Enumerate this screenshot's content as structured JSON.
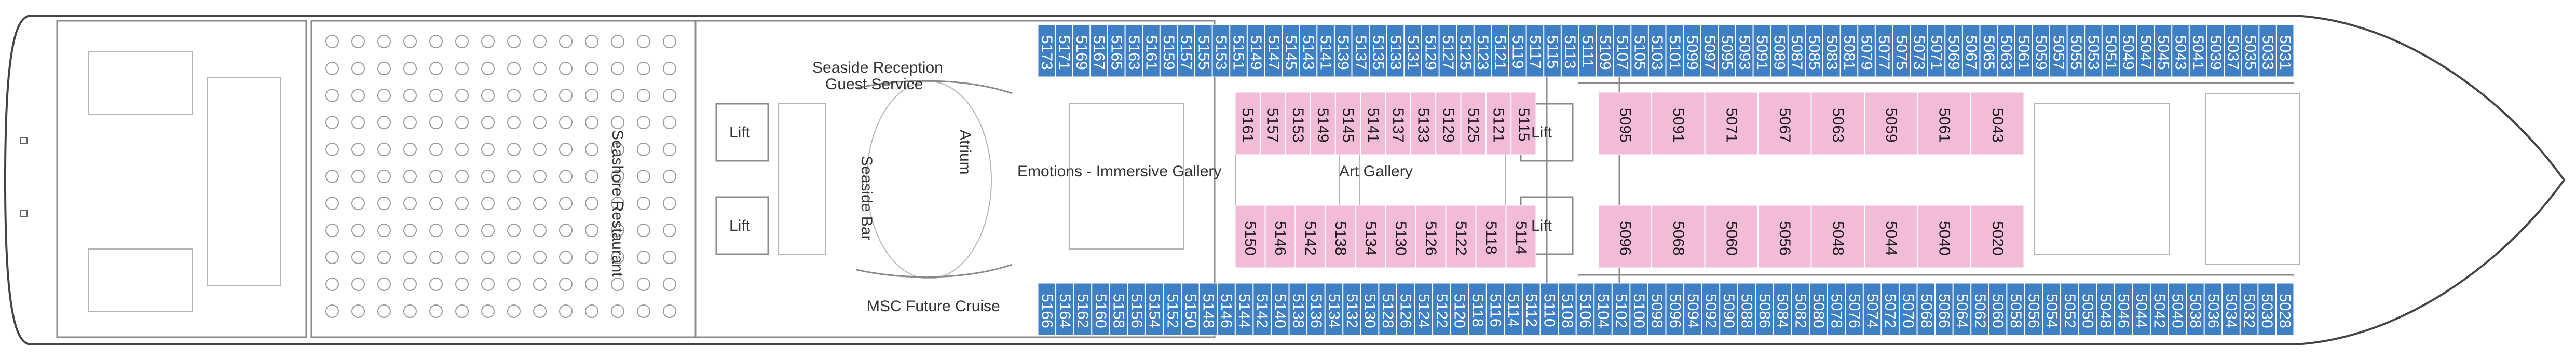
{
  "colors": {
    "outside_cabin": "#3f80c4",
    "inside_cabin": "#f2bcd8",
    "hull_stroke": "#444444",
    "wall": "#8a8a8a"
  },
  "labels": {
    "seaside_reception": "Seaside Reception",
    "guest_service": "Guest Service",
    "atrium": "Atrium",
    "seaside_bar": "Seaside Bar",
    "emotions": "Emotions - Immersive Gallery",
    "art_gallery": "Art Gallery",
    "msc_future_cruise": "MSC Future Cruise",
    "seashore_restaurant": "Seashore Restaurant",
    "lift": "Lift"
  },
  "cabins": {
    "top_blue": [
      "5173",
      "5171",
      "5169",
      "5167",
      "5165",
      "5163",
      "5161",
      "5159",
      "5157",
      "5155",
      "5153",
      "5151",
      "5149",
      "5147",
      "5145",
      "5143",
      "5141",
      "5139",
      "5137",
      "5135",
      "5133",
      "5131",
      "5129",
      "5127",
      "5125",
      "5123",
      "5121",
      "5119",
      "5117",
      "5115",
      "5113",
      "5111",
      "5109",
      "5107",
      "5105",
      "5103",
      "5101",
      "5099",
      "5097",
      "5095",
      "5093",
      "5091",
      "5089",
      "5087",
      "5085",
      "5083",
      "5081",
      "5079",
      "5077",
      "5075",
      "5073",
      "5071",
      "5069",
      "5067",
      "5065",
      "5063",
      "5061",
      "5059",
      "5057",
      "5055",
      "5053",
      "5051",
      "5049",
      "5047",
      "5045",
      "5043",
      "5041",
      "5039",
      "5037",
      "5035",
      "5033",
      "5031"
    ],
    "bottom_blue": [
      "5166",
      "5164",
      "5162",
      "5160",
      "5158",
      "5156",
      "5154",
      "5152",
      "5150",
      "5148",
      "5146",
      "5144",
      "5142",
      "5140",
      "5138",
      "5136",
      "5134",
      "5132",
      "5130",
      "5128",
      "5126",
      "5124",
      "5122",
      "5120",
      "5118",
      "5116",
      "5114",
      "5112",
      "5110",
      "5108",
      "5106",
      "5104",
      "5102",
      "5100",
      "5098",
      "5096",
      "5094",
      "5092",
      "5090",
      "5088",
      "5086",
      "5084",
      "5082",
      "5080",
      "5078",
      "5076",
      "5074",
      "5072",
      "5070",
      "5068",
      "5066",
      "5064",
      "5062",
      "5060",
      "5058",
      "5056",
      "5054",
      "5052",
      "5050",
      "5048",
      "5046",
      "5044",
      "5042",
      "5040",
      "5038",
      "5036",
      "5034",
      "5032",
      "5030",
      "5028"
    ],
    "inner_top": [
      "5161",
      "5157",
      "5153",
      "5149",
      "5145",
      "5141",
      "5137",
      "5133",
      "5129",
      "5125",
      "5121",
      "5115"
    ],
    "inner_bottom": [
      "5150",
      "5146",
      "5142",
      "5138",
      "5134",
      "5130",
      "5126",
      "5122",
      "5118",
      "5114"
    ],
    "mid_top": [
      "5095",
      "5091",
      "5071",
      "5067",
      "5063",
      "5059",
      "5061",
      "5043"
    ],
    "mid_bottom": [
      "5096",
      "5068",
      "5060",
      "5056",
      "5048",
      "5044",
      "5040",
      "5020"
    ]
  }
}
